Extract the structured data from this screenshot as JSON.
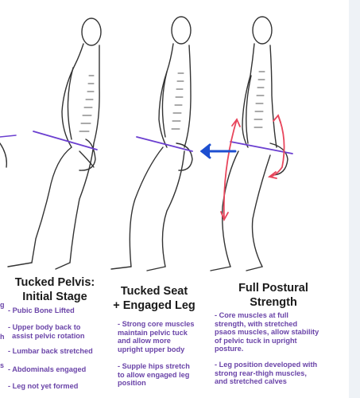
{
  "stages": [
    {
      "title": "Tucked Pelvis:\nInitial Stage",
      "notes": [
        "- Pubic Bone Lifted",
        "- Upper body back to\n  assist pelvic rotation",
        "- Lumbar back stretched",
        "- Abdominals engaged",
        "- Leg not yet formed"
      ]
    },
    {
      "title": "Tucked Seat\n+ Engaged Leg",
      "notes": [
        "- Strong core muscles\nmaintain pelvic tuck\nand allow more\nupright upper body",
        "- Supple hips stretch\nto allow engaged leg\nposition"
      ]
    },
    {
      "title": "Full Postural\nStrength",
      "notes": [
        "- Core muscles at full\nstrength, with stretched\npsaos muscles, allow stability\nof pelvic tuck in upright\nposture.",
        "- Leg position developed with\nstrong rear-thigh muscles,\nand stretched calves"
      ]
    }
  ],
  "left_edge_fragments": [
    "g",
    "h",
    "s"
  ],
  "colors": {
    "note_text": "#6a44a8",
    "pelvis_line": "#6b3fd0",
    "arrow_blue": "#1d4fd0",
    "arrow_pink": "#e8465c"
  }
}
